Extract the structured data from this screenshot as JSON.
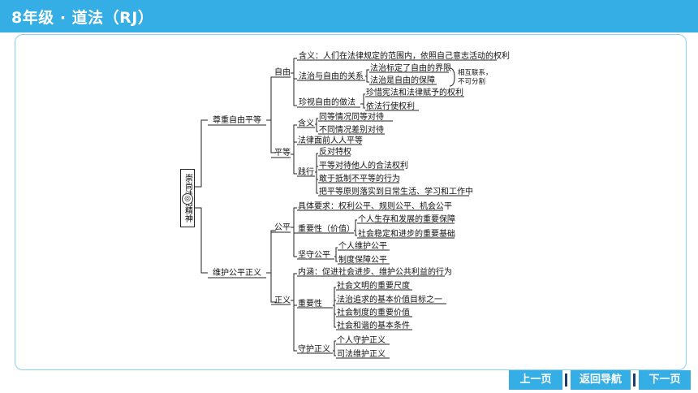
{
  "header": {
    "title": "8年级 · 道法（RJ）"
  },
  "root": {
    "label": "崇尚法治精神",
    "mark": "◎"
  },
  "branches": {
    "freedom_equality": "尊重自由平等",
    "justice": "维护公平正义"
  },
  "freedom": {
    "label": "自由",
    "meaning": "含义：人们在法律规定的范围内，依照自己意志活动的权利",
    "relation_label": "法治与自由的关系",
    "relation_items": [
      "法治标定了自由的界限",
      "法治是自由的保障"
    ],
    "relation_note_1": "相互联系，",
    "relation_note_2": "不可分割",
    "cherish_label": "珍视自由的做法",
    "cherish_items": [
      "珍惜宪法和法律赋予的权利",
      "依法行使权利"
    ]
  },
  "equality": {
    "label": "平等",
    "meaning_label": "含义",
    "meaning_items": [
      "同等情况同等对待",
      "不同情况差别对待"
    ],
    "law_equal": "法律面前人人平等",
    "practice_label": "践行",
    "practice_items": [
      "反对特权",
      "平等对待他人的合法权利",
      "敢于抵制不平等的行为",
      "把平等原则落实到日常生活、学习和工作中"
    ]
  },
  "fairness": {
    "label": "公平",
    "requirements": "具体要求：权利公平、规则公平、机会公平",
    "importance_label": "重要性（价值）",
    "importance_items": [
      "个人生存和发展的重要保障",
      "社会稳定和进步的重要基础"
    ],
    "uphold_label": "坚守公平",
    "uphold_items": [
      "个人维护公平",
      "制度保障公平"
    ]
  },
  "justice_node": {
    "label": "正义",
    "connotation": "内涵：促进社会进步、维护公共利益的行为",
    "importance_label": "重要性",
    "importance_items": [
      "社会文明的重要尺度",
      "法治追求的基本价值目标之一",
      "社会制度的重要价值",
      "社会和谐的基本条件"
    ],
    "guard_label": "守护正义",
    "guard_items": [
      "个人守护正义",
      "司法维护正义"
    ]
  },
  "nav": {
    "prev": "上一页",
    "back": "返回导航",
    "next": "下一页"
  },
  "colors": {
    "accent": "#35aee6",
    "separator": "#1b3d6e",
    "card_border": "#8fd0ee"
  }
}
